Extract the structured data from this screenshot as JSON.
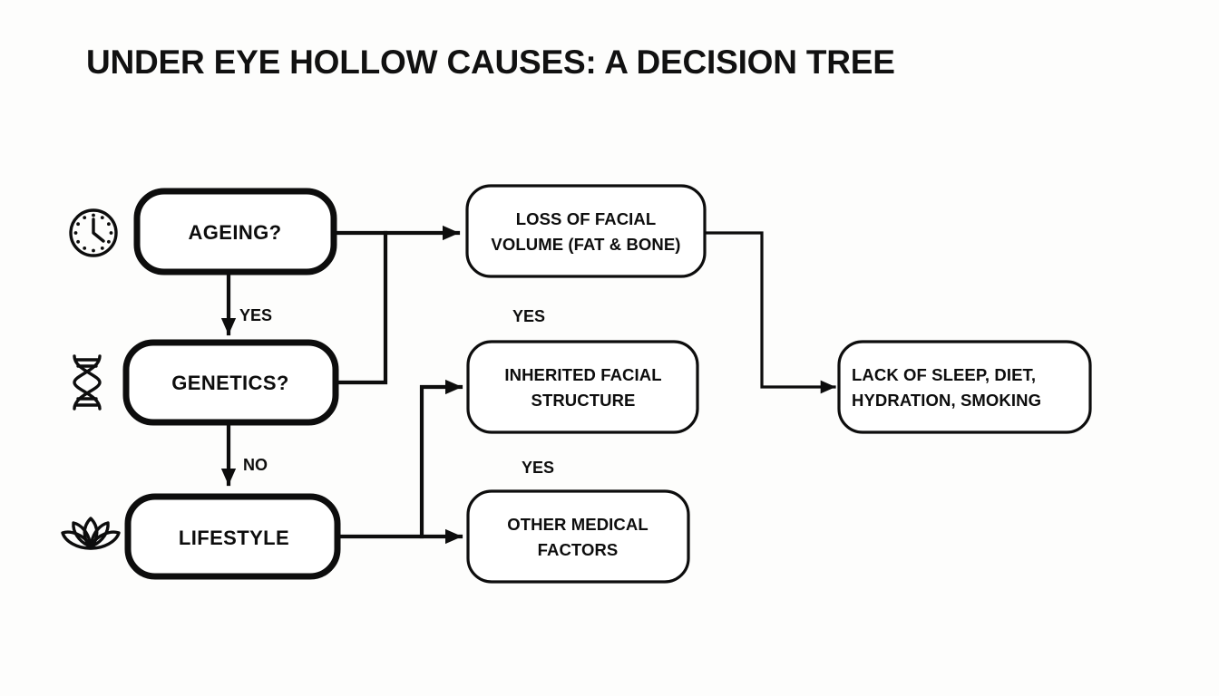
{
  "page": {
    "title": "UNDER EYE HOLLOW CAUSES: A DECISION TREE",
    "background_color": "#fdfdfc",
    "ink_color": "#0d0d0d"
  },
  "chart_data": {
    "type": "diagram",
    "diagram_kind": "decision-tree-flowchart",
    "title": "UNDER EYE HOLLOW CAUSES: A DECISION TREE",
    "nodes": [
      {
        "id": "ageing",
        "label": "AGEING?",
        "column": "left",
        "style": "primary",
        "icon": "clock-icon"
      },
      {
        "id": "genetics",
        "label": "GENETICS?",
        "column": "left",
        "style": "primary",
        "icon": "dna-icon"
      },
      {
        "id": "lifestyle",
        "label": "LIFESTYLE",
        "column": "left",
        "style": "primary",
        "icon": "lotus-icon"
      },
      {
        "id": "volume",
        "label": "LOSS OF FACIAL VOLUME (FAT & BONE)",
        "column": "middle",
        "style": "secondary",
        "icon": null
      },
      {
        "id": "inherited",
        "label": "INHERITED FACIAL STRUCTURE",
        "column": "middle",
        "style": "secondary",
        "icon": null
      },
      {
        "id": "medical",
        "label": "OTHER MEDICAL FACTORS",
        "column": "middle",
        "style": "secondary",
        "icon": null
      },
      {
        "id": "habits",
        "label": "LACK OF SLEEP, DIET, HYDRATION, SMOKING",
        "column": "right",
        "style": "secondary",
        "icon": null
      }
    ],
    "edges": [
      {
        "from": "ageing",
        "to": "genetics",
        "label": "YES"
      },
      {
        "from": "genetics",
        "to": "lifestyle",
        "label": "NO"
      },
      {
        "from": "ageing",
        "to": "volume",
        "label": ""
      },
      {
        "from": "genetics",
        "to": "volume",
        "label": "YES"
      },
      {
        "from": "lifestyle",
        "to": "inherited",
        "label": "YES"
      },
      {
        "from": "lifestyle",
        "to": "medical",
        "label": ""
      },
      {
        "from": "volume",
        "to": "habits",
        "label": ""
      }
    ]
  },
  "nodes": {
    "ageing": {
      "line1": "AGEING?"
    },
    "genetics": {
      "line1": "GENETICS?"
    },
    "lifestyle": {
      "line1": "LIFESTYLE"
    },
    "volume": {
      "line1": "LOSS OF FACIAL",
      "line2": "VOLUME (FAT & BONE)"
    },
    "inherited": {
      "line1": "INHERITED FACIAL",
      "line2": "STRUCTURE"
    },
    "medical": {
      "line1": "OTHER MEDICAL",
      "line2": "FACTORS"
    },
    "habits": {
      "line1": "LACK OF SLEEP, DIET,",
      "line2": "HYDRATION, SMOKING"
    }
  },
  "edge_labels": {
    "ageing_to_genetics": "YES",
    "genetics_to_lifestyle": "NO",
    "genetics_to_volume": "YES",
    "lifestyle_to_inherited": "YES"
  }
}
